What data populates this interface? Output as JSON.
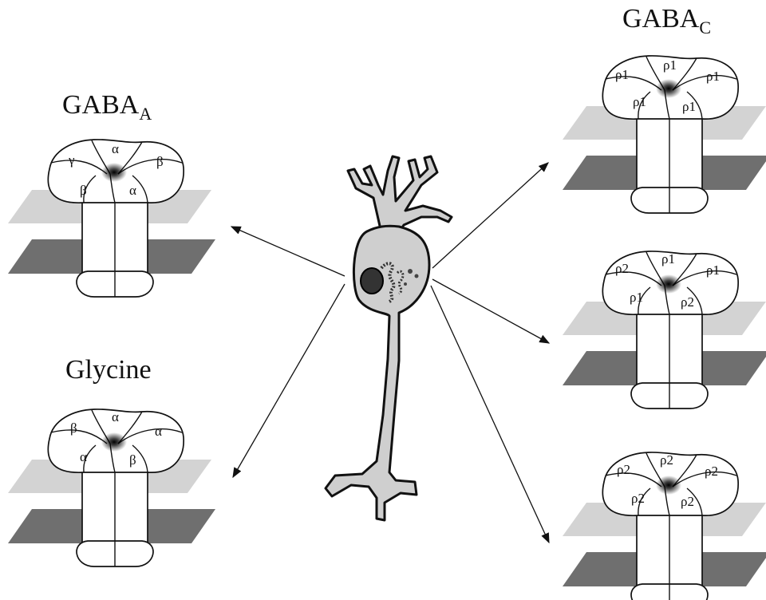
{
  "receptors": {
    "gaba_a": {
      "title": "GABA",
      "title_sub": "A",
      "subunits": {
        "top_left": "γ",
        "top_center": "α",
        "top_right": "β",
        "front_left": "β",
        "front_right": "α"
      }
    },
    "glycine": {
      "title": "Glycine",
      "title_sub": "",
      "subunits": {
        "top_left": "β",
        "top_center": "α",
        "top_right": "α",
        "front_left": "α",
        "front_right": "β"
      }
    },
    "gaba_c_1": {
      "title": "GABA",
      "title_sub": "C",
      "subunits": {
        "top_left": "ρ1",
        "top_center": "ρ1",
        "top_right": "ρ1",
        "front_left": "ρ1",
        "front_right": "ρ1"
      }
    },
    "gaba_c_2": {
      "subunits": {
        "top_left": "ρ2",
        "top_center": "ρ1",
        "top_right": "ρ1",
        "front_left": "ρ1",
        "front_right": "ρ2"
      }
    },
    "gaba_c_3": {
      "subunits": {
        "top_left": "ρ2",
        "top_center": "ρ2",
        "top_right": "ρ2",
        "front_left": "ρ2",
        "front_right": "ρ2"
      }
    }
  },
  "colors": {
    "membrane_outer": "#d3d3d3",
    "membrane_inner": "#6f6f6f",
    "neuron_fill": "#cfcfcf"
  }
}
